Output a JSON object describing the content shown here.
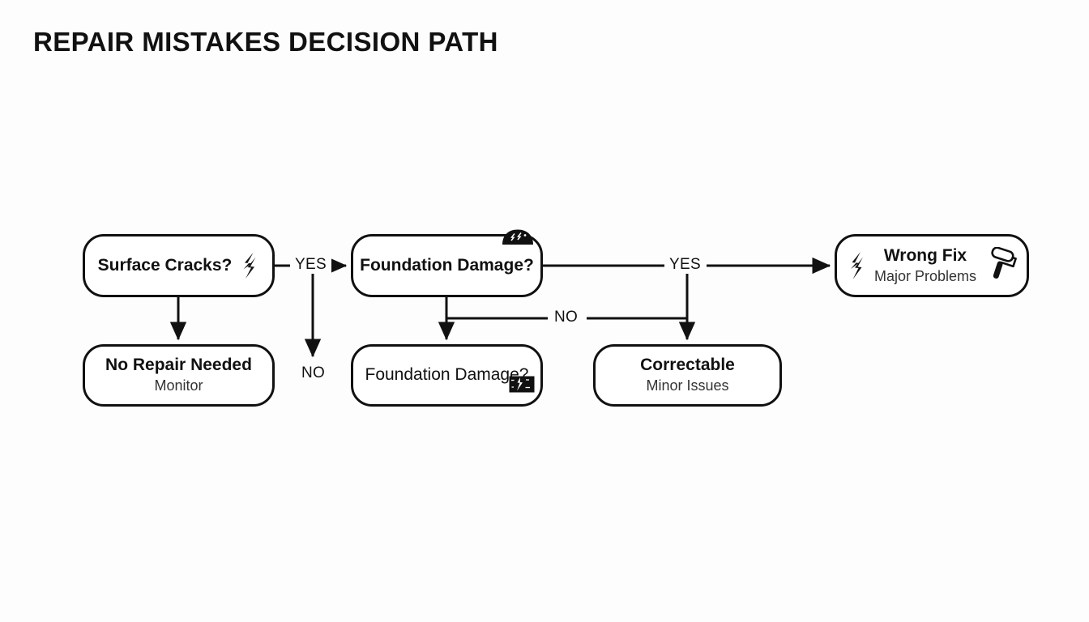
{
  "page": {
    "title": "REPAIR MISTAKES DECISION PATH",
    "background_color": "#fdfdfd",
    "stroke_color": "#111111",
    "node_fill_color": "#ffffff"
  },
  "diagram": {
    "type": "flowchart",
    "nodes": [
      {
        "id": "surface-cracks",
        "title": "Surface Cracks?",
        "subtitle": "",
        "icon": "crack-bolt-icon",
        "icon_position": "inline-right",
        "shape": "rounded-rect",
        "bold": true
      },
      {
        "id": "no-repair-needed",
        "title": "No Repair Needed",
        "subtitle": "Monitor",
        "icon": "",
        "icon_position": "",
        "shape": "rounded-rect",
        "bold": true
      },
      {
        "id": "foundation-damage-1",
        "title": "Foundation Damage?",
        "subtitle": "",
        "icon": "hardhat-icon",
        "icon_position": "top-right",
        "shape": "rounded-rect",
        "bold": true
      },
      {
        "id": "foundation-damage-2",
        "title": "Foundation Damage?",
        "subtitle": "",
        "icon": "cracked-block-icon",
        "icon_position": "bottom-right",
        "shape": "rounded-rect",
        "bold": false
      },
      {
        "id": "correctable",
        "title": "Correctable",
        "subtitle": "Minor Issues",
        "icon": "",
        "icon_position": "",
        "shape": "rounded-rect",
        "bold": true
      },
      {
        "id": "wrong-fix",
        "title": "Wrong Fix",
        "subtitle": "Major Problems",
        "icon": "crack-bolt-icon",
        "icon_secondary": "paint-roller-icon",
        "icon_position": "flanking",
        "shape": "rounded-rect",
        "bold": true
      }
    ],
    "edges": [
      {
        "id": "edge-surface-yes",
        "from": "surface-cracks",
        "to": "foundation-damage-1",
        "label": "YES"
      },
      {
        "id": "edge-surface-no",
        "from": "surface-cracks",
        "to": "",
        "label": "NO"
      },
      {
        "id": "edge-surface-down",
        "from": "surface-cracks",
        "to": "no-repair-needed",
        "label": ""
      },
      {
        "id": "edge-foundation-yes",
        "from": "foundation-damage-1",
        "to": "wrong-fix",
        "label": "YES"
      },
      {
        "id": "edge-foundation-no",
        "from": "foundation-damage-1",
        "to": "foundation-damage-2",
        "label": "NO"
      },
      {
        "id": "edge-foundation-correctable",
        "from": "foundation-damage-1",
        "to": "correctable",
        "label": ""
      }
    ],
    "labels": {
      "yes_left": "YES",
      "no_left": "NO",
      "no_middle": "NO",
      "yes_right": "YES"
    }
  }
}
